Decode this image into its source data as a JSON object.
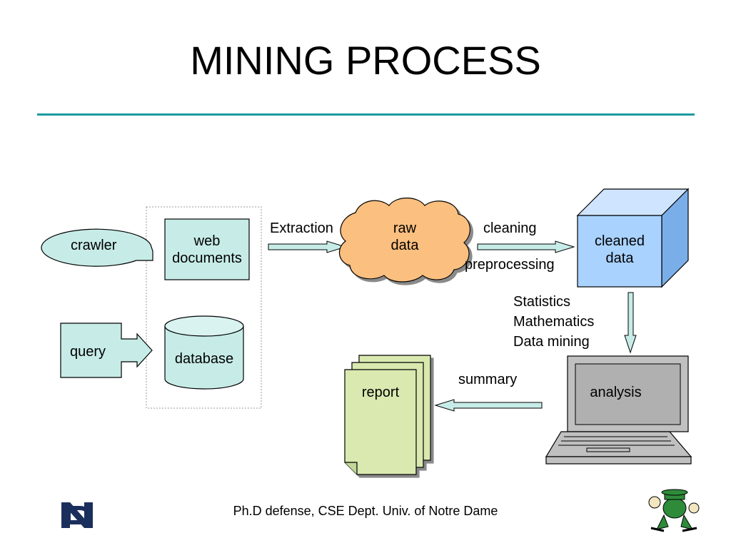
{
  "slide": {
    "title": "MINING PROCESS",
    "footer": "Ph.D defense, CSE Dept. Univ. of Notre Dame"
  },
  "nodes": {
    "crawler": "crawler",
    "web_documents": [
      "web",
      "documents"
    ],
    "query": "query",
    "database": "database",
    "raw_data": [
      "raw",
      "data"
    ],
    "cleaned_data": [
      "cleaned",
      "data"
    ],
    "analysis": "analysis",
    "report": "report"
  },
  "edge_labels": {
    "extraction": "Extraction",
    "cleaning": "cleaning",
    "preprocessing": "preprocessing",
    "methods": [
      "Statistics",
      "Mathematics",
      "Data mining"
    ],
    "summary": "summary"
  },
  "logos": {
    "left": "nd-monogram-logo",
    "right": "leprechaun-mascot-logo"
  },
  "colors": {
    "accent_rule": "#1a9aa0",
    "node_fill": "#c7ece8",
    "cloud_fill": "#fbbf7f",
    "cube_front": "#a9d2ff",
    "report_fill": "#d9e9b0",
    "laptop_screen": "#c0c0c0"
  }
}
